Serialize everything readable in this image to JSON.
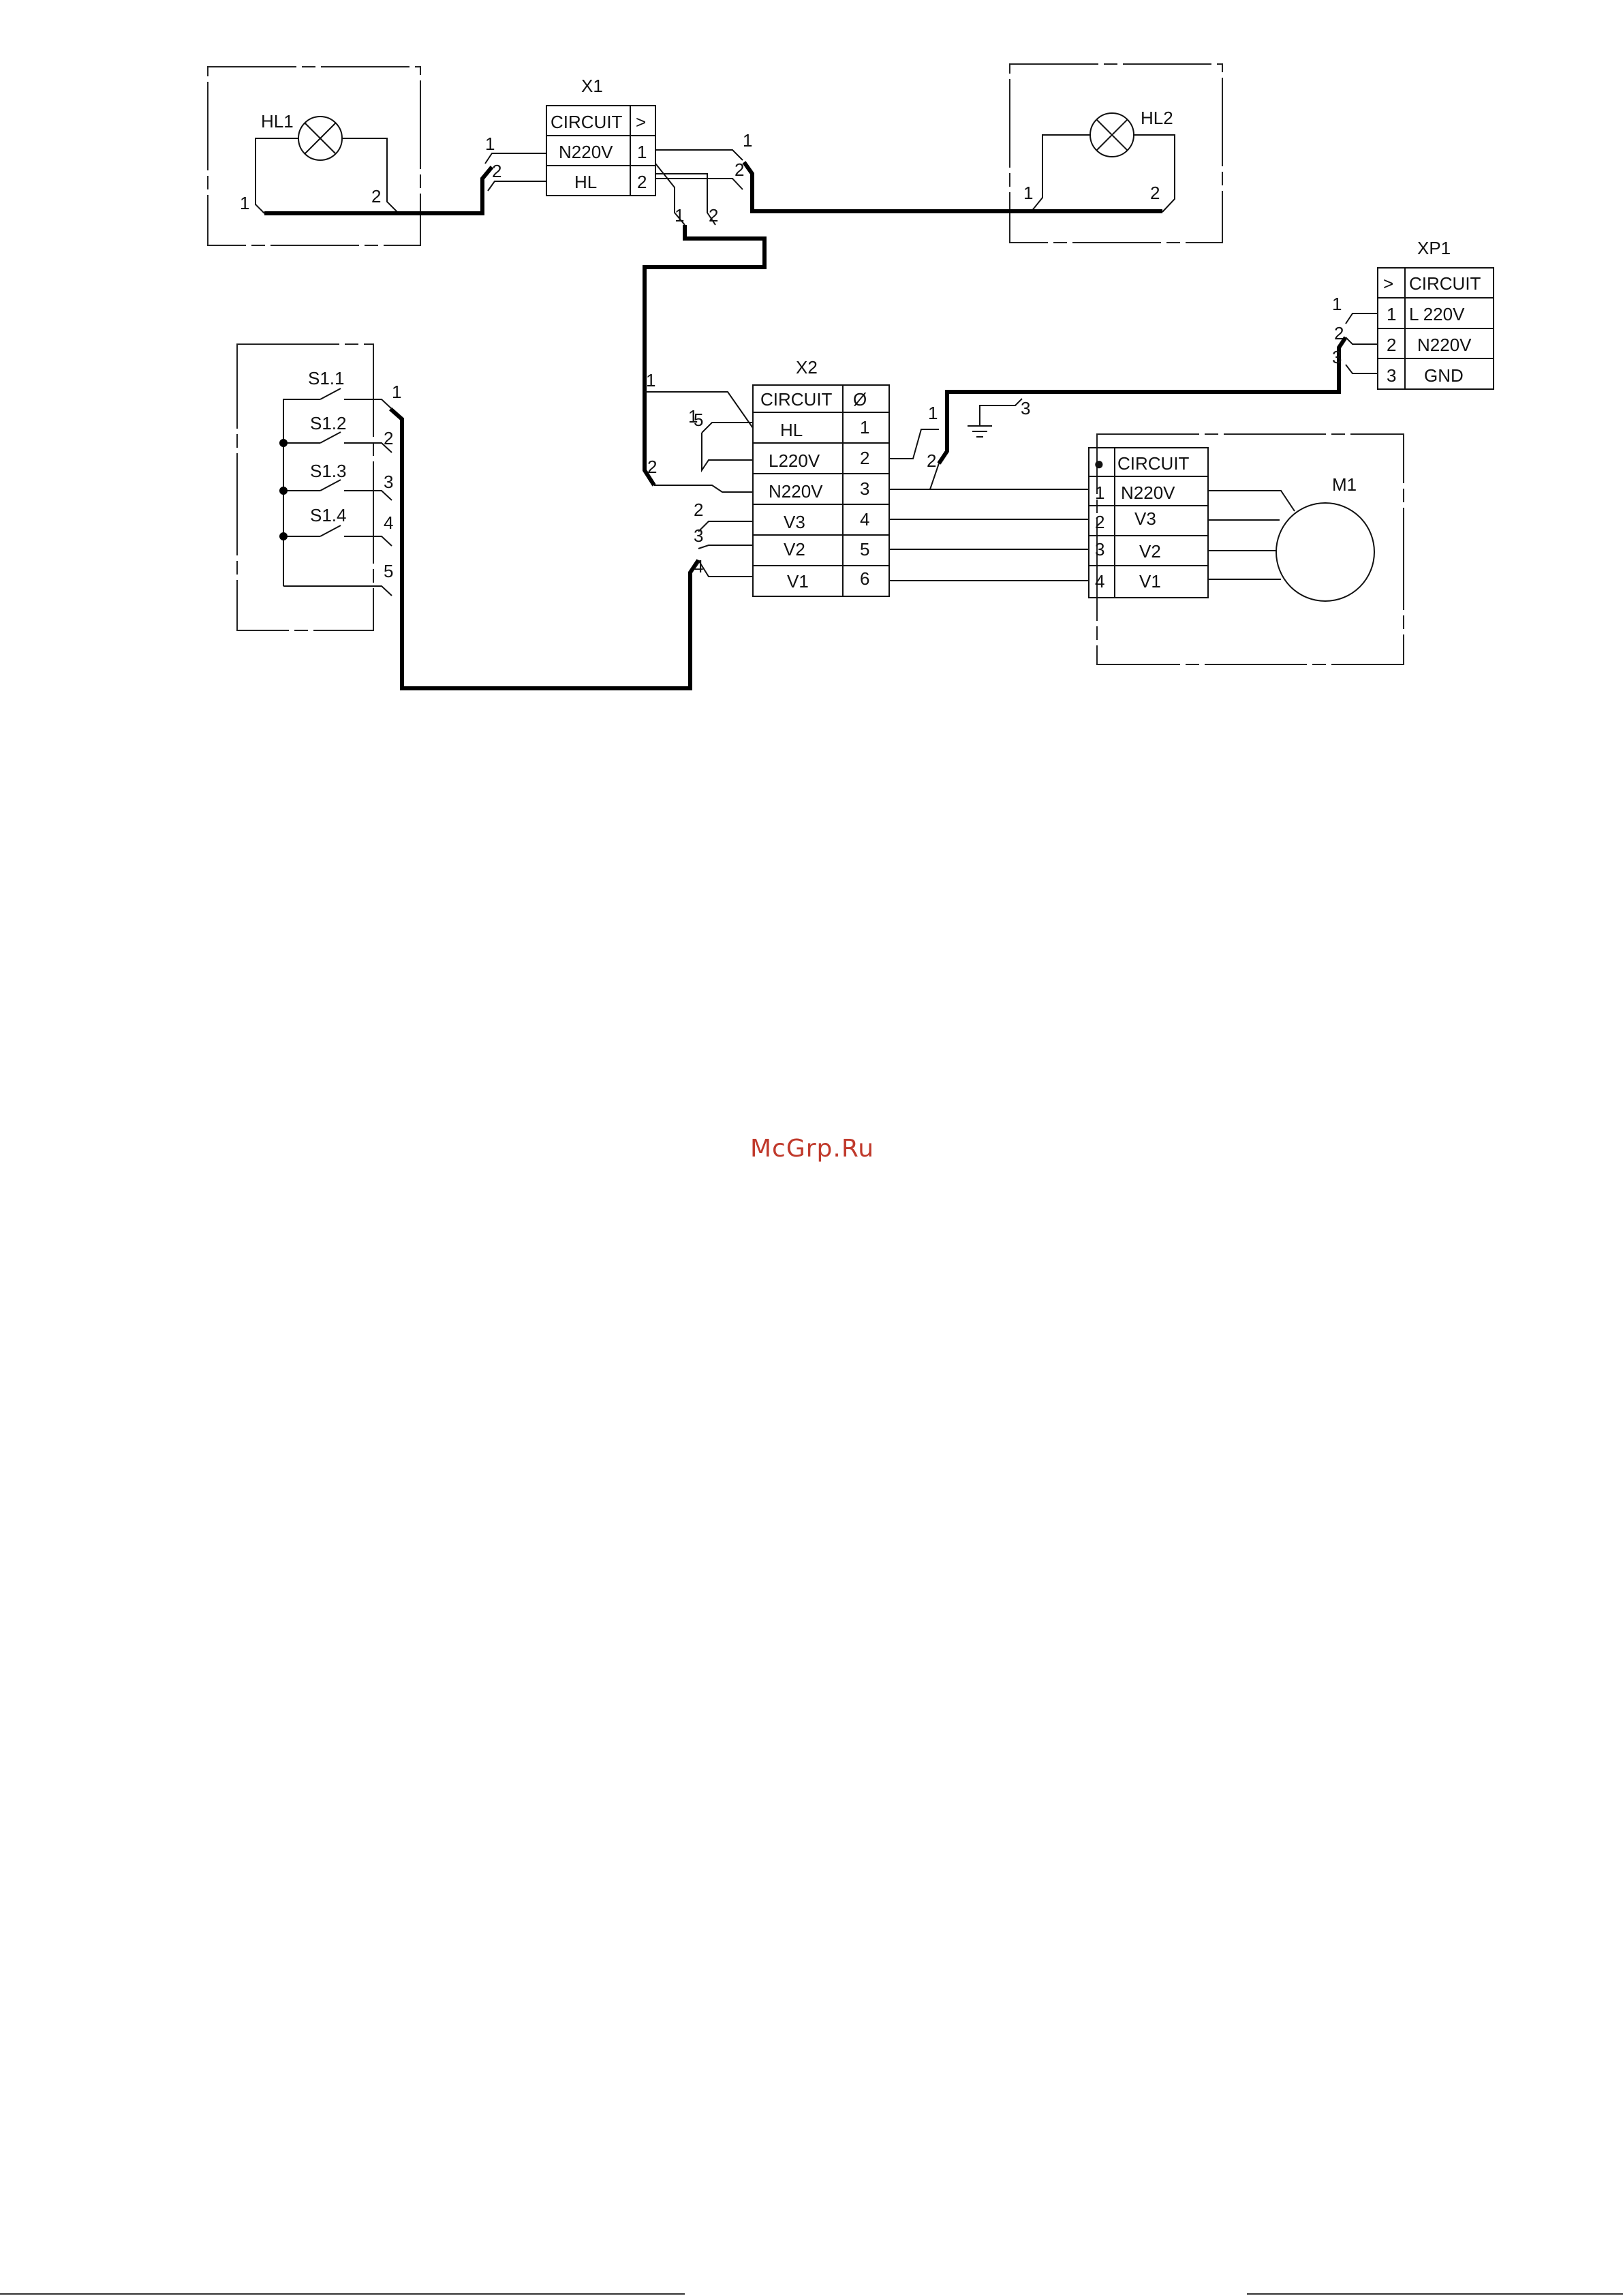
{
  "watermark": {
    "text": "McGrp.Ru",
    "color": "#c0392b"
  },
  "components": {
    "hl1": {
      "label": "HL1",
      "pin1": "1",
      "pin2": "2"
    },
    "hl2": {
      "label": "HL2",
      "pin1": "1",
      "pin2": "2"
    },
    "s1": {
      "switches": [
        "S1.1",
        "S1.2",
        "S1.3",
        "S1.4"
      ],
      "pins": [
        "1",
        "2",
        "3",
        "4",
        "5"
      ]
    },
    "m1": {
      "label": "M1"
    },
    "ground": {
      "wire": "3"
    }
  },
  "connectors": {
    "x1": {
      "label": "X1",
      "header": [
        "CIRCUIT",
        ">"
      ],
      "rows": [
        [
          "N220V",
          "1"
        ],
        [
          "HL",
          "2"
        ]
      ]
    },
    "x2": {
      "label": "X2",
      "header": [
        "CIRCUIT",
        "Ø"
      ],
      "rows": [
        [
          "HL",
          "1"
        ],
        [
          "L220V",
          "2"
        ],
        [
          "N220V",
          "3"
        ],
        [
          "V3",
          "4"
        ],
        [
          "V2",
          "5"
        ],
        [
          "V1",
          "6"
        ]
      ]
    },
    "xp1": {
      "label": "XP1",
      "header": [
        ">",
        "CIRCUIT"
      ],
      "rows": [
        [
          "1",
          "L 220V"
        ],
        [
          "2",
          "N220V"
        ],
        [
          "3",
          "GND"
        ]
      ]
    },
    "m1_terminal": {
      "header": [
        "●",
        "CIRCUIT"
      ],
      "rows": [
        [
          "1",
          "N220V"
        ],
        [
          "2",
          "V3"
        ],
        [
          "3",
          "V2"
        ],
        [
          "4",
          "V1"
        ]
      ]
    }
  },
  "wire_numbers": {
    "x1_left": [
      "1",
      "2"
    ],
    "x1_right": [
      "1",
      "2"
    ],
    "x1_down": [
      "1",
      "2"
    ],
    "x2_left_top": [
      "1",
      "5",
      "2"
    ],
    "x2_left_bottom": [
      "2",
      "3",
      "4"
    ],
    "x2_right": [
      "1",
      "2"
    ],
    "xp1_left": [
      "1",
      "2",
      "3"
    ]
  }
}
